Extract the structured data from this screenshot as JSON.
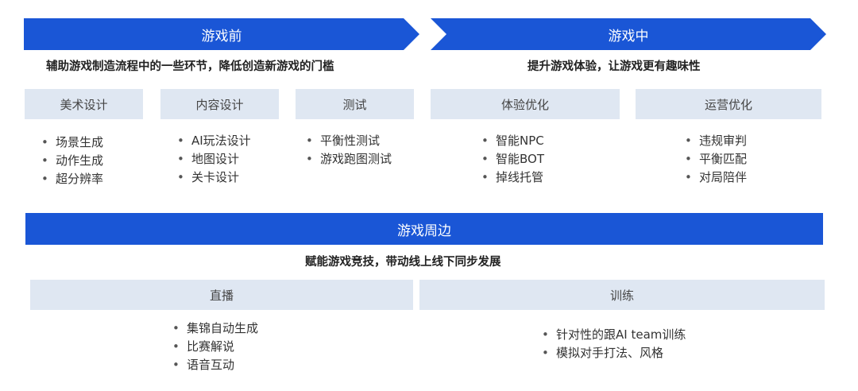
{
  "colors": {
    "accent": "#1a56d6",
    "category_bg": "#dfe7f2"
  },
  "before": {
    "title": "游戏前",
    "subtitle": "辅助游戏制造流程中的一些环节，降低创造新游戏的门槛",
    "columns": [
      {
        "label": "美术设计",
        "items": [
          "场景生成",
          "动作生成",
          "超分辨率"
        ]
      },
      {
        "label": "内容设计",
        "items": [
          "AI玩法设计",
          "地图设计",
          "关卡设计"
        ]
      },
      {
        "label": "测试",
        "items": [
          "平衡性测试",
          "游戏跑图测试"
        ]
      }
    ]
  },
  "during": {
    "title": "游戏中",
    "subtitle": "提升游戏体验，让游戏更有趣味性",
    "columns": [
      {
        "label": "体验优化",
        "items": [
          "智能NPC",
          "智能BOT",
          "掉线托管"
        ]
      },
      {
        "label": "运营优化",
        "items": [
          "违规审判",
          "平衡匹配",
          "对局陪伴"
        ]
      }
    ]
  },
  "periphery": {
    "title": "游戏周边",
    "subtitle": "赋能游戏竞技，带动线上线下同步发展",
    "columns": [
      {
        "label": "直播",
        "items": [
          "集锦自动生成",
          "比赛解说",
          "语音互动"
        ]
      },
      {
        "label": "训练",
        "items": [
          "针对性的跟AI team训练",
          "模拟对手打法、风格"
        ]
      }
    ]
  }
}
